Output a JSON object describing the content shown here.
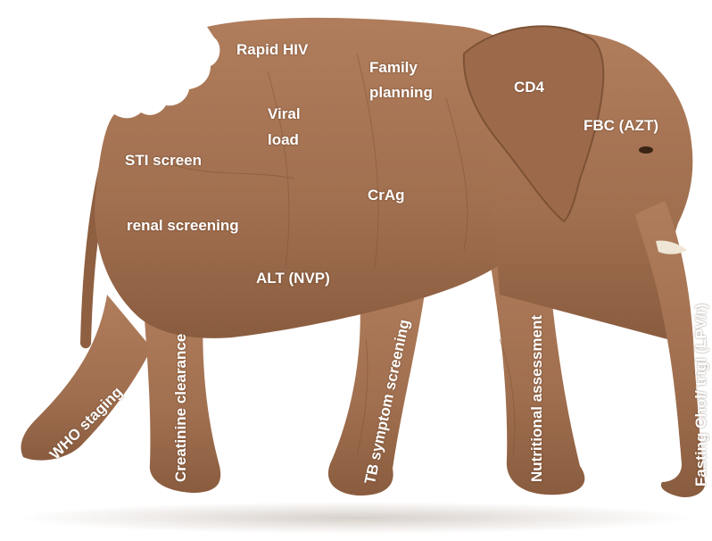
{
  "colors": {
    "background": "#ffffff",
    "elephant_skin": "#a27252",
    "elephant_shadow": "#7d5236",
    "label_text": "#ffffff"
  },
  "labels": {
    "rapid_hiv": "Rapid HIV",
    "family_planning_1": "Family",
    "family_planning_2": "planning",
    "cd4": "CD4",
    "viral_load_1": "Viral",
    "viral_load_2": "load",
    "fbc": "FBC (AZT)",
    "sti_screen": "STI screen",
    "crag": "CrAg",
    "renal_screening": "renal screening",
    "alt": "ALT (NVP)",
    "who_staging": "WHO staging",
    "creatinine_clearance": "Creatinine clearance",
    "tb_symptom_screening": "TB symptom screening",
    "nutritional_assessment": "Nutritional assessment",
    "fasting_chol": "Fasting Chol/ trigl (LPV/r)"
  }
}
